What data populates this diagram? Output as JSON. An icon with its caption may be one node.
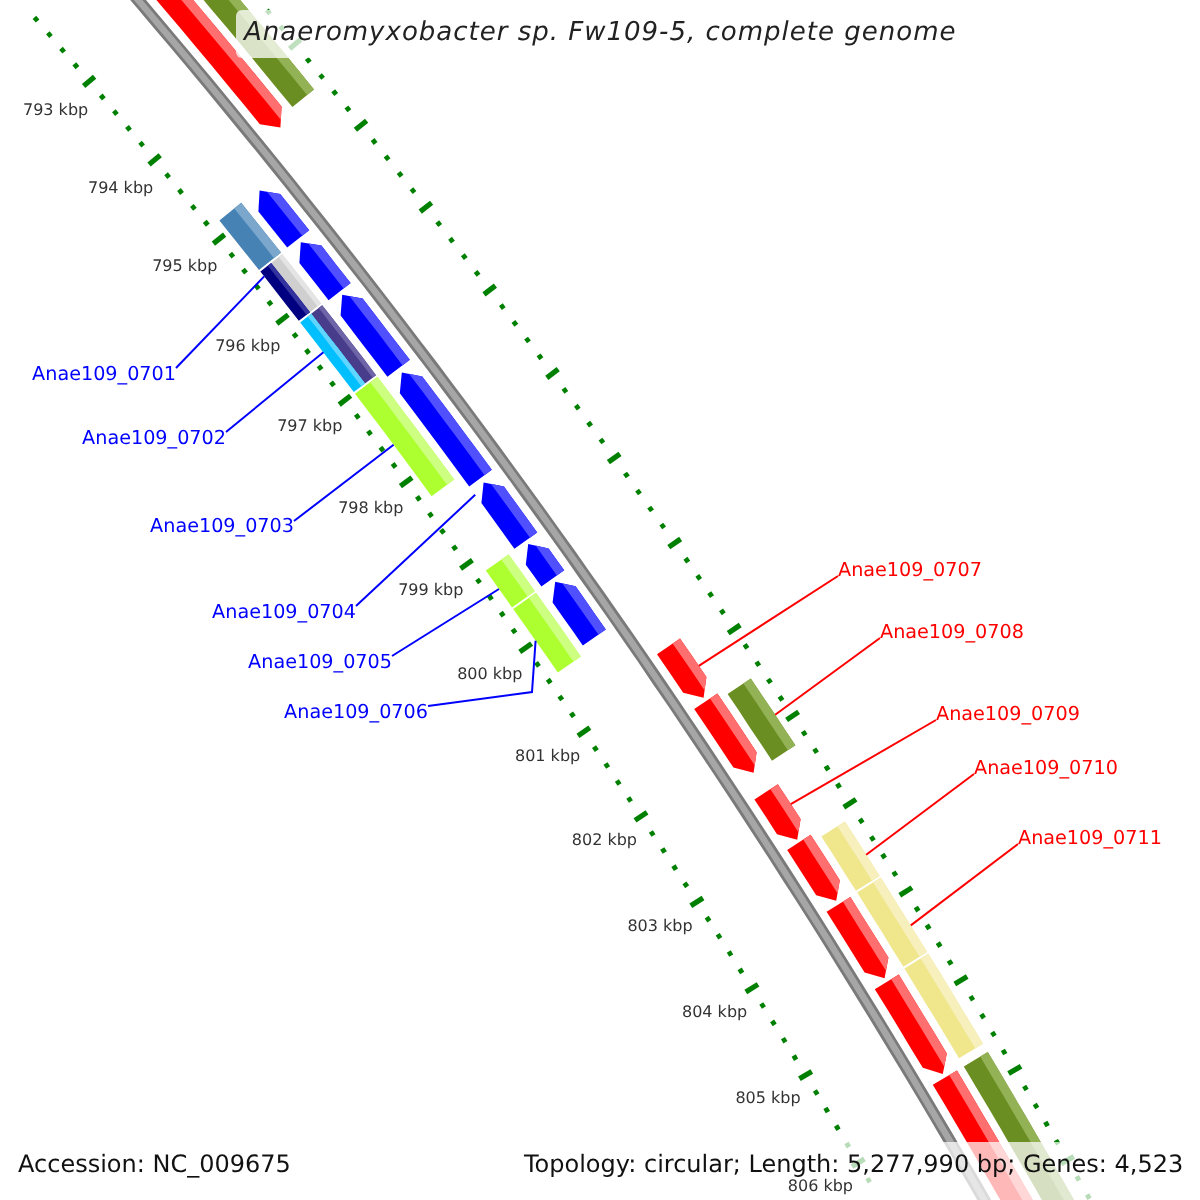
{
  "diagram": {
    "title": "Anaeromyxobacter sp. Fw109-5, complete genome",
    "nodes": [
      {
        "text": [
          "Anae109_0701"
        ]
      },
      {
        "text": [
          "Anae109_0702"
        ]
      },
      {
        "text": [
          "Anae109_0703"
        ]
      },
      {
        "text": [
          "Anae109_0704"
        ]
      },
      {
        "text": [
          "Anae109_0705"
        ]
      },
      {
        "text": [
          "Anae109_0706"
        ]
      },
      {
        "text": [
          "Anae109_0707"
        ]
      },
      {
        "text": [
          "Anae109_0708"
        ]
      },
      {
        "text": [
          "Anae109_0709"
        ]
      },
      {
        "text": [
          "Anae109_0710"
        ]
      },
      {
        "text": [
          "Anae109_0711"
        ]
      },
      {
        "text": [],
        "shape": "bar"
      },
      {
        "text": [],
        "shape": "arrow"
      },
      {
        "text": [],
        "shape": "arrow"
      },
      {
        "text": [],
        "shape": "bar"
      },
      {
        "text": [],
        "shape": "arrow"
      },
      {
        "text": [],
        "shape": "bar"
      },
      {
        "text": [],
        "shape": "bar"
      },
      {
        "text": [],
        "shape": "arrow"
      },
      {
        "text": [],
        "shape": "bar"
      },
      {
        "text": [],
        "shape": "bar"
      },
      {
        "text": [],
        "shape": "arrow"
      },
      {
        "text": [],
        "shape": "bar"
      },
      {
        "text": [],
        "shape": "arrow"
      },
      {
        "text": [],
        "shape": "arrow"
      },
      {
        "text": [],
        "shape": "bar"
      },
      {
        "text": [],
        "shape": "arrow"
      },
      {
        "text": [],
        "shape": "bar"
      },
      {
        "text": [],
        "shape": "arrow"
      },
      {
        "text": [],
        "shape": "bar"
      },
      {
        "text": [],
        "shape": "arrow"
      },
      {
        "text": [],
        "shape": "arrow"
      },
      {
        "text": [],
        "shape": "bar"
      },
      {
        "text": [],
        "shape": "arrow"
      },
      {
        "text": [],
        "shape": "bar"
      },
      {
        "text": [],
        "shape": "arrow"
      },
      {
        "text": [],
        "shape": "bar"
      },
      {
        "text": [],
        "shape": "arrow"
      },
      {
        "text": [],
        "shape": "bar"
      },
      {
        "text": [],
        "shape": "arrow"
      }
    ],
    "edges": [
      {
        "from": 0,
        "to": 17,
        "arrow": "none"
      },
      {
        "from": 1,
        "to": 20,
        "arrow": "none"
      },
      {
        "from": 2,
        "to": 22,
        "arrow": "none"
      },
      {
        "from": 3,
        "to": 23,
        "arrow": "none"
      },
      {
        "from": 4,
        "to": 25,
        "arrow": "none"
      },
      {
        "from": 5,
        "to": 27,
        "arrow": "none"
      },
      {
        "from": 6,
        "to": 28,
        "arrow": "none",
        "color": "#ff0000"
      },
      {
        "from": 7,
        "to": 29,
        "arrow": "none",
        "color": "#ff0000"
      },
      {
        "from": 8,
        "to": 31,
        "arrow": "none",
        "color": "#ff0000"
      },
      {
        "from": 9,
        "to": 32,
        "arrow": "none",
        "color": "#ff0000"
      },
      {
        "from": 10,
        "to": 34,
        "arrow": "none",
        "color": "#ff0000"
      }
    ],
    "labels": [
      "793 kbp",
      "794 kbp",
      "795 kbp",
      "796 kbp",
      "797 kbp",
      "798 kbp",
      "799 kbp",
      "800 kbp",
      "801 kbp",
      "802 kbp",
      "803 kbp",
      "804 kbp",
      "805 kbp",
      "806 kbp",
      "Accession: NC_009675",
      "Topology: circular; Length: 5,277,990 bp; Genes: 4,523"
    ]
  }
}
